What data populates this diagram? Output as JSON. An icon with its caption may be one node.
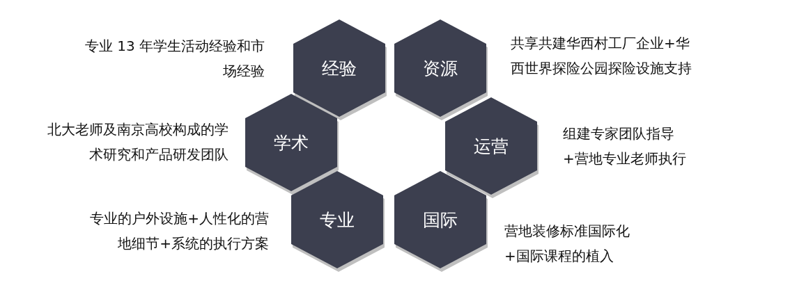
{
  "diagram": {
    "nodes": [
      {
        "text": [
          "经验"
        ],
        "beside": [
          "专业 13 年学生活动经验和市场经验"
        ]
      },
      {
        "text": [
          "资源"
        ],
        "beside": [
          "共享共建华西村工厂企业+华西世界探险公园探险设施支持"
        ]
      },
      {
        "text": [
          "学术"
        ],
        "beside": [
          "北大老师及南京高校构成的学术研究和产品研发团队"
        ]
      },
      {
        "text": [
          "运营"
        ],
        "beside": [
          "组建专家团队指导+营地专业老师执行"
        ]
      },
      {
        "text": [
          "专业"
        ],
        "beside": [
          "专业的户外设施+人性化的营地细节+系统的执行方案"
        ]
      },
      {
        "text": [
          "国际"
        ],
        "beside": [
          "营地装修标准国际化+国际课程的植入"
        ]
      }
    ],
    "edges": []
  }
}
